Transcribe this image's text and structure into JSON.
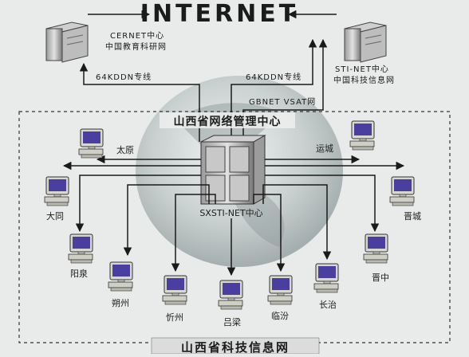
{
  "title": "INTERNET",
  "servers": {
    "left_caption_1": "CERNET中心",
    "left_caption_2": "中国教育科研网",
    "right_caption_1": "STI-NET中心",
    "right_caption_2": "中国科技信息网"
  },
  "links": {
    "left_link": "64KDDN专线",
    "mid_link": "64KDDN专线",
    "vsat": "GBNET VSAT网"
  },
  "center": {
    "banner": "山西省网络管理中心",
    "server_label": "SXSTI-NET中心"
  },
  "nodes": [
    "太原",
    "运城",
    "大同",
    "晋城",
    "阳泉",
    "晋中",
    "朔州",
    "忻州",
    "吕梁",
    "临汾",
    "长治"
  ],
  "footer": "山西省科技信息网",
  "colors": {
    "line": "#1a1a1a",
    "banner_bg": "#efefef",
    "globe": "#b9c2c2",
    "screen": "#4a3fa0"
  }
}
